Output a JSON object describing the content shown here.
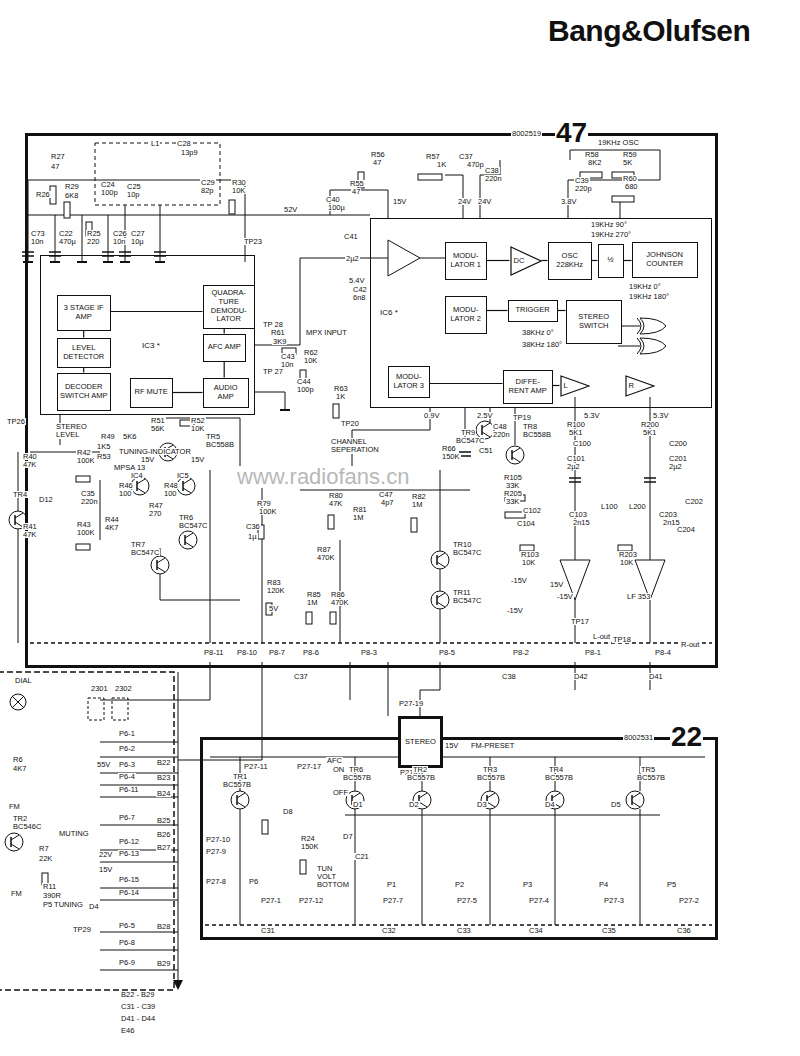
{
  "diagram": {
    "title": "Bang&Olufsen",
    "nodes": [
      {
        "text": [
          "8002519",
          "47"
        ]
      },
      {
        "text": [
          "IC3 *"
        ],
        "in": 0
      },
      {
        "text": [
          "3 STAGE IF AMP"
        ],
        "in": 1
      },
      {
        "text": [
          "LEVEL DETECTOR"
        ],
        "in": 1
      },
      {
        "text": [
          "DECODER SWITCH AMP"
        ],
        "in": 1
      },
      {
        "text": [
          "QUADRA- TURE DEMODU- LATOR"
        ],
        "in": 1
      },
      {
        "text": [
          "AFC AMP"
        ],
        "in": 1
      },
      {
        "text": [
          "RF MUTE"
        ],
        "in": 1
      },
      {
        "text": [
          "AUDIO AMP"
        ],
        "in": 1
      },
      {
        "text": [
          "IC6 *"
        ],
        "in": 0
      },
      {
        "text": [
          "MODU- LATOR 1"
        ],
        "in": 9
      },
      {
        "text": [
          "DC"
        ],
        "in": 9
      },
      {
        "text": [
          "OSC 228KHz"
        ],
        "in": 9
      },
      {
        "text": [
          "½"
        ],
        "in": 9
      },
      {
        "text": [
          "JOHNSON COUNTER"
        ],
        "in": 9
      },
      {
        "text": [
          "MODU- LATOR 2"
        ],
        "in": 9
      },
      {
        "text": [
          "TRIGGER"
        ],
        "in": 9
      },
      {
        "text": [
          "STEREO SWITCH"
        ],
        "in": 9
      },
      {
        "text": [
          "MODU- LATOR 3"
        ],
        "in": 9
      },
      {
        "text": [
          "DIFFE- RENT AMP"
        ],
        "in": 9
      },
      {
        "text": [
          "L"
        ],
        "in": 9
      },
      {
        "text": [
          "R"
        ],
        "in": 9
      },
      {
        "text": [
          "8002531",
          "22"
        ]
      },
      {
        "text": [
          "STEREO"
        ]
      }
    ],
    "edges": [
      {
        "from": 2,
        "to": 5,
        "arrow": "none"
      },
      {
        "from": 2,
        "to": 3,
        "arrow": "none"
      },
      {
        "from": 3,
        "to": 4,
        "arrow": "none"
      },
      {
        "from": 5,
        "to": 6,
        "arrow": "none"
      },
      {
        "from": 6,
        "to": 8,
        "arrow": "none"
      },
      {
        "from": 7,
        "to": 8,
        "arrow": "none"
      },
      {
        "from": 10,
        "to": 11,
        "arrow": "none"
      },
      {
        "from": 11,
        "to": 12,
        "arrow": "none"
      },
      {
        "from": 12,
        "to": 13,
        "arrow": "none"
      },
      {
        "from": 13,
        "to": 14,
        "arrow": "none"
      },
      {
        "from": 15,
        "to": 16,
        "arrow": "none"
      },
      {
        "from": 16,
        "to": 17,
        "arrow": "none"
      },
      {
        "from": 18,
        "to": 19,
        "arrow": "none"
      },
      {
        "from": 19,
        "to": 20,
        "arrow": "none"
      }
    ],
    "labels": [
      "R27",
      "47",
      "R26",
      "R29",
      "6K8",
      "L1",
      "C28",
      "13p9",
      "C24",
      "100p",
      "C25",
      "10p",
      "C29",
      "82p",
      "R30",
      "10K",
      "C27",
      "10µ",
      "C73",
      "10n",
      "C22",
      "470µ",
      "R25",
      "220",
      "C26",
      "10n",
      "TP23",
      "52V",
      "TP 28",
      "R61",
      "3K9",
      "MPX INPUT",
      "R62",
      "10K",
      "C43",
      "10n",
      "C44",
      "100p",
      "R63",
      "1K",
      "TP 27",
      "STEREO LEVEL",
      "R52",
      "10K",
      "R51",
      "56K",
      "TR5",
      "BC558B",
      "R49",
      "5K6",
      "1K5",
      "R53",
      "TP26",
      "C40",
      "100µ",
      "R55",
      "47",
      "R56",
      "47",
      "15V",
      "R57",
      "1K",
      "C37",
      "470p",
      "C38",
      "220n",
      "24V",
      "24V",
      "19KHz OSC",
      "R58",
      "8K2",
      "R59",
      "5K",
      "R60",
      "680",
      "C39",
      "220p",
      "3.8V",
      "C41",
      "2µ2",
      "C42",
      "6n8",
      "5.4V",
      "19KHz 90°",
      "19KHz 270°",
      "19KHz 0°",
      "19KHz 180°",
      "38KHz 0°",
      "38KHz 180°",
      "0.9V",
      "2.5V",
      "5.3V",
      "5.3V",
      "TP20",
      "CHANNEL SEPERATION",
      "C47",
      "4p7",
      "C48",
      "220n",
      "TP19",
      "TR8",
      "BC558B",
      "TR9",
      "BC547C",
      "C51",
      "R66",
      "150K",
      "R100",
      "5K1",
      "R200",
      "5K1",
      "C100",
      "C200",
      "R105",
      "33K",
      "R205",
      "33K",
      "C101",
      "2µ2",
      "C201",
      "2µ2",
      "C102",
      "C103",
      "2n15",
      "L100",
      "L200",
      "C203",
      "2n15",
      "C104",
      "C204",
      "C202",
      "R103",
      "10K",
      "R203",
      "10K",
      "-15V",
      "15V",
      "-15V",
      "-15V",
      "LF 353",
      "TP17",
      "TP18",
      "L-out",
      "R-out",
      "TUNING-INDICATOR",
      "15V",
      "MPSA 13",
      "IC4",
      "IC5",
      "15V",
      "R40",
      "47K",
      "R42",
      "100K",
      "TR4",
      "D12",
      "C35",
      "220n",
      "R41",
      "47K",
      "R43",
      "100K",
      "R46",
      "100",
      "R48",
      "100",
      "R47",
      "270",
      "R44",
      "4K7",
      "TR6",
      "BC547C",
      "TR7",
      "BC547C",
      "R79",
      "100K",
      "C36",
      "1µ",
      "R80",
      "47K",
      "R81",
      "1M",
      "R82",
      "1M",
      "R87",
      "470K",
      "TR10",
      "BC547C",
      "TR11",
      "BC547C",
      "R83",
      "120K",
      "R85",
      "1M",
      "R86",
      "470K",
      "5V",
      "P8-11",
      "P8-10",
      "P8-7",
      "P8-6",
      "P8-3",
      "P8-5",
      "P8-2",
      "P8-1",
      "P8-4",
      "C37",
      "C38",
      "D42",
      "D41",
      "P27-19",
      "P27-6",
      "15V",
      "FM-PRESET",
      "P27-11",
      "P27-17",
      "AFC",
      "ON",
      "OFF",
      "TR1",
      "BC557B",
      "TR6",
      "BC557B",
      "TR2",
      "BC557B",
      "TR3",
      "BC557B",
      "TR4",
      "BC557B",
      "TR5",
      "BC557B",
      "D8",
      "R24",
      "150K",
      "D7",
      "C21",
      "TUN VOLT BOTTOM",
      "D1",
      "D2",
      "D3",
      "D4",
      "D5",
      "P27-10",
      "P27-9",
      "P27-8",
      "P6",
      "P1",
      "P2",
      "P3",
      "P4",
      "P5",
      "P27-1",
      "P27-12",
      "P27-7",
      "P27-5",
      "P27-4",
      "P27-3",
      "P27-2",
      "C31",
      "C32",
      "C33",
      "C34",
      "C35",
      "C36",
      "DIAL",
      "2301",
      "2302",
      "P6-1",
      "P6-2",
      "55V",
      "P6-3",
      "P6-4",
      "P6-11",
      "P6-7",
      "P6-12",
      "P6-13",
      "P6-15",
      "P6-14",
      "P6-5",
      "P6-8",
      "P6-9",
      "B22",
      "B23",
      "B24",
      "B25",
      "B26",
      "B27",
      "B28",
      "B29",
      "R6",
      "4K7",
      "FM",
      "TR2",
      "BC546C",
      "R7",
      "22K",
      "MUTING",
      "22V",
      "15V",
      "FM",
      "R11",
      "390R",
      "P5 TUNING",
      "D4",
      "TP29",
      "B22 - B29",
      "C31 - C39",
      "D41 - D44",
      "E46",
      "www.radiofans.cn"
    ]
  }
}
